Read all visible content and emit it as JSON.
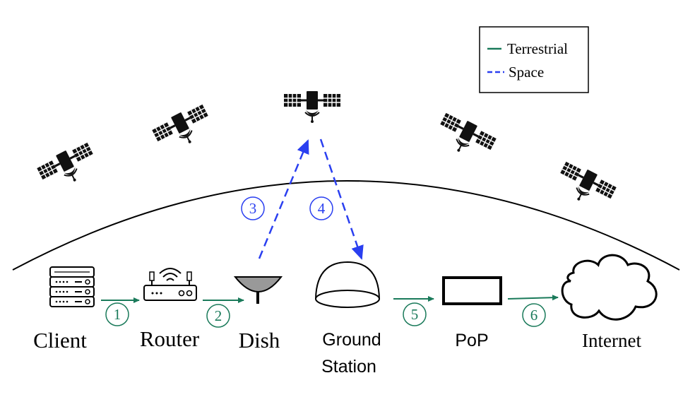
{
  "legend": {
    "terrestrial_label": "Terrestrial",
    "space_label": "Space"
  },
  "colors": {
    "terrestrial": "#1a7a5a",
    "space": "#2a3ff0",
    "ink": "#000000"
  },
  "nodes": {
    "client": "Client",
    "router": "Router",
    "dish": "Dish",
    "ground_station_line1": "Ground",
    "ground_station_line2": "Station",
    "pop": "PoP",
    "internet": "Internet"
  },
  "steps": {
    "s1": "1",
    "s2": "2",
    "s3": "3",
    "s4": "4",
    "s5": "5",
    "s6": "6"
  },
  "icons": [
    "server-icon",
    "router-icon",
    "dish-icon",
    "ground-station-icon",
    "pop-box-icon",
    "cloud-icon",
    "satellite-icon"
  ]
}
